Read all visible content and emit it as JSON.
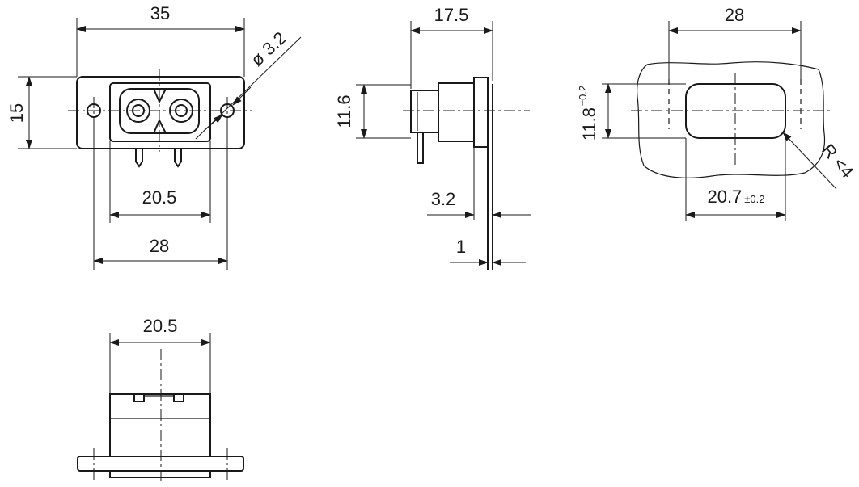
{
  "front_view": {
    "width_overall": "35",
    "height": "15",
    "hole_diameter": "ø 3.2",
    "socket_width": "20.5",
    "hole_spacing": "28"
  },
  "side_view": {
    "depth": "17.5",
    "body_height": "11.6",
    "flange_thickness": "3.2",
    "plate_thickness": "1"
  },
  "cutout_view": {
    "hole_spacing": "28",
    "cutout_height": "11.8",
    "cutout_height_tol": "±0.2",
    "cutout_width": "20.7",
    "cutout_width_tol": "±0.2",
    "corner_radius": "R <4"
  },
  "bottom_view": {
    "body_width": "20.5"
  }
}
